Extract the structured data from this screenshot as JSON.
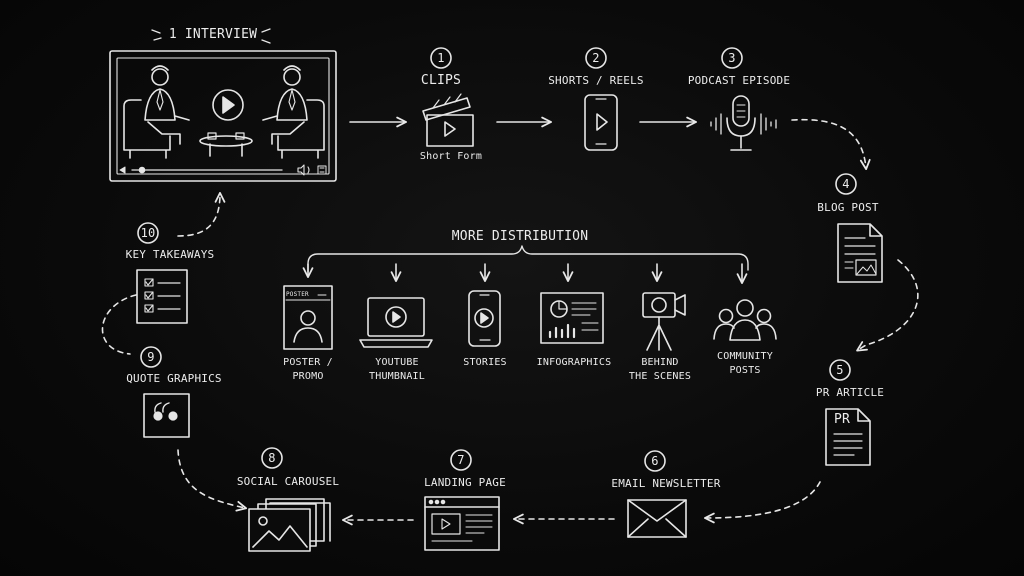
{
  "interview": {
    "label": "1 INTERVIEW"
  },
  "steps": [
    {
      "number": "1",
      "label": "CLIPS",
      "caption": "Short Form"
    },
    {
      "number": "2",
      "label": "SHORTS / REELS"
    },
    {
      "number": "3",
      "label": "PODCAST EPISODE"
    },
    {
      "number": "4",
      "label": "BLOG POST"
    },
    {
      "number": "5",
      "label": "PR ARTICLE",
      "badge": "PR"
    },
    {
      "number": "6",
      "label": "EMAIL NEWSLETTER"
    },
    {
      "number": "7",
      "label": "LANDING PAGE"
    },
    {
      "number": "8",
      "label": "SOCIAL CAROUSEL"
    },
    {
      "number": "9",
      "label": "QUOTE GRAPHICS"
    },
    {
      "number": "10",
      "label": "KEY TAKEAWAYS"
    }
  ],
  "distribution": {
    "title": "MORE DISTRIBUTION",
    "items": [
      {
        "label": "POSTER /\nPROMO",
        "icon": "poster-icon",
        "badge": "POSTER"
      },
      {
        "label": "YOUTUBE\nTHUMBNAIL",
        "icon": "laptop-play-icon"
      },
      {
        "label": "STORIES",
        "icon": "phone-play-icon"
      },
      {
        "label": "INFOGRAPHICS",
        "icon": "infographic-icon"
      },
      {
        "label": "BEHIND\nTHE SCENES",
        "icon": "camera-tripod-icon"
      },
      {
        "label": "COMMUNITY\nPOSTS",
        "icon": "community-icon"
      }
    ]
  }
}
